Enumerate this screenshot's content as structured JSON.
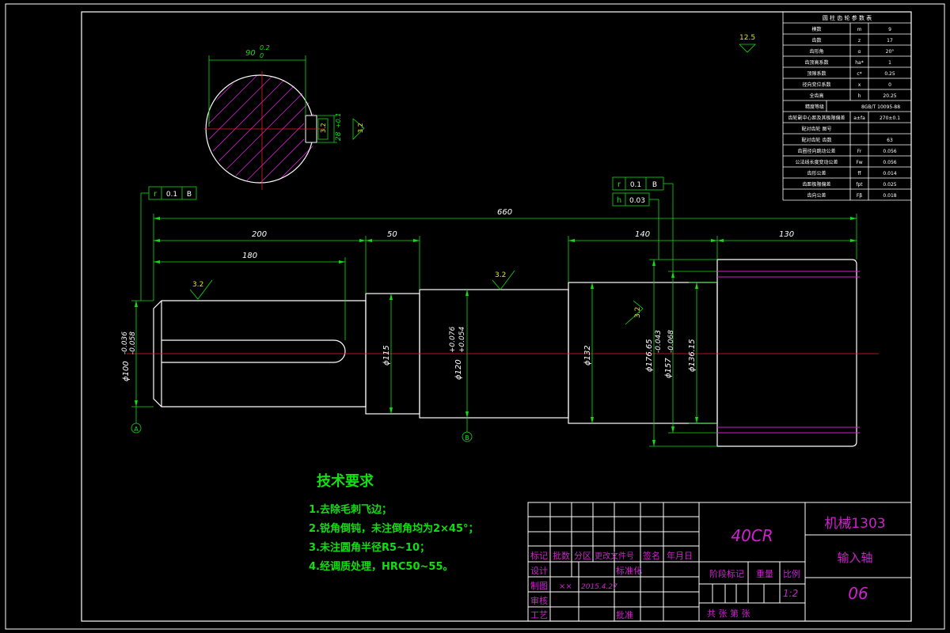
{
  "drawing": {
    "material": "40CR",
    "class_id": "机械1303",
    "part_name": "输入轴",
    "sheet_no": "06",
    "scale": "1:2"
  },
  "dimensions": {
    "total": "660",
    "seg_200": "200",
    "seg_180": "180",
    "seg_50": "50",
    "seg_140": "140",
    "seg_130": "130",
    "d100": "ϕ100",
    "d100_up": "-0.036",
    "d100_lo": "-0.058",
    "d115": "ϕ115",
    "d120": "ϕ120",
    "d120_up": "+0.076",
    "d120_lo": "+0.054",
    "d132": "ϕ132",
    "d176": "ϕ176.65",
    "d157": "ϕ157",
    "d157_up": "-0.043",
    "d157_lo": "-0.068",
    "d136": "ϕ136.15",
    "section_90": "90",
    "section_90_up": "0.2",
    "section_90_lo": "0",
    "section_28": "28",
    "section_28_tol": "+0.1"
  },
  "roughness": {
    "a": "3.2",
    "b": "3.2",
    "c": "3.2",
    "section": "3.2",
    "section2": "3.2",
    "top_right": "12.5"
  },
  "tolerances": {
    "left_sym": "r",
    "left_val": "0.1",
    "left_ref": "B",
    "right_sym": "r",
    "right_val": "0.1",
    "right_ref": "B",
    "right2_sym": "h",
    "right2_val": "0.03"
  },
  "datums": {
    "a": "A",
    "b": "B"
  },
  "tech": {
    "title": "技术要求",
    "items": [
      "1.去除毛刺飞边；",
      "2.锐角倒钝，未注倒角均为2×45°；",
      "3.未注圆角半径R5~10；",
      "4.经调质处理，HRC50~55。"
    ]
  },
  "titleblock": {
    "labels": {
      "biaoji": "标记",
      "chushu": "批数",
      "fenqu": "分区",
      "gengai": "更改文件号",
      "qianming": "签名",
      "nianyueri": "年月日",
      "sheji": "设计",
      "biaozhunhua": "标准化",
      "zhitu": "制图",
      "shenhe": "审核",
      "gongyi": "工艺",
      "pizhun": "批准",
      "jieduan": "阶段标记",
      "zhongliang": "重量",
      "bili": "比例",
      "gongzhang": "共    张    第    张"
    },
    "drafter": "××",
    "date": "2015.4.27"
  },
  "gear_table": {
    "title": "圆 柱 齿 轮 参 数 表",
    "rows": [
      [
        "模数",
        "m",
        "9"
      ],
      [
        "齿数",
        "z",
        "17"
      ],
      [
        "齿形角",
        "α",
        "20°"
      ],
      [
        "齿顶高系数",
        "ha*",
        "1"
      ],
      [
        "顶隙系数",
        "c*",
        "0.25"
      ],
      [
        "径向变位系数",
        "x",
        "0"
      ],
      [
        "全齿高",
        "h",
        "20.25"
      ],
      [
        "精度等级",
        "",
        "8GB/T 10095-88"
      ],
      [
        "齿轮副中心距及其极限偏差",
        "a±fa",
        "270±0.1"
      ],
      [
        "配对齿轮 图号",
        "",
        ""
      ],
      [
        "配对齿轮 齿数",
        "",
        "63"
      ],
      [
        "齿圈径向跳动公差",
        "Fr",
        "0.056"
      ],
      [
        "公法线长度变动公差",
        "Fw",
        "0.056"
      ],
      [
        "齿形公差",
        "ff",
        "0.014"
      ],
      [
        "齿距极限偏差",
        "fpt",
        "0.025"
      ],
      [
        "齿向公差",
        "Fβ",
        "0.018"
      ]
    ]
  }
}
